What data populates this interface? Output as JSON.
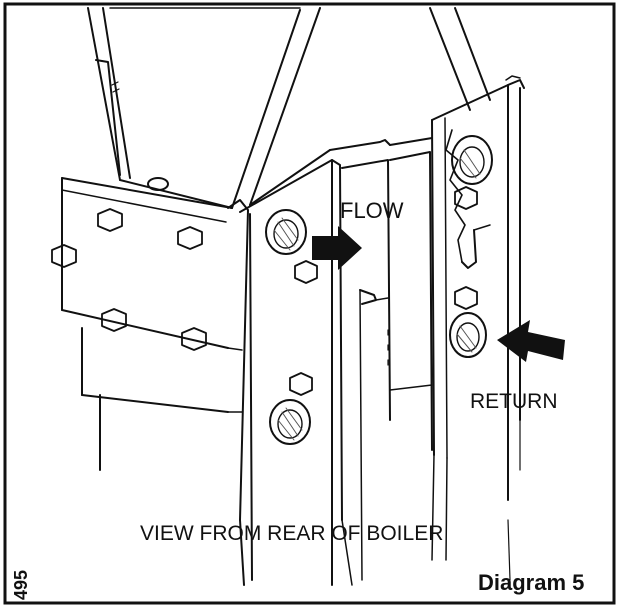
{
  "labels": {
    "flow": "FLOW",
    "return": "RETURN",
    "caption": "VIEW FROM REAR OF BOILER",
    "ref_number": "495",
    "diagram_title": "Diagram 5"
  },
  "colors": {
    "ink": "#111111",
    "paper": "#ffffff",
    "hatch": "#555555"
  }
}
